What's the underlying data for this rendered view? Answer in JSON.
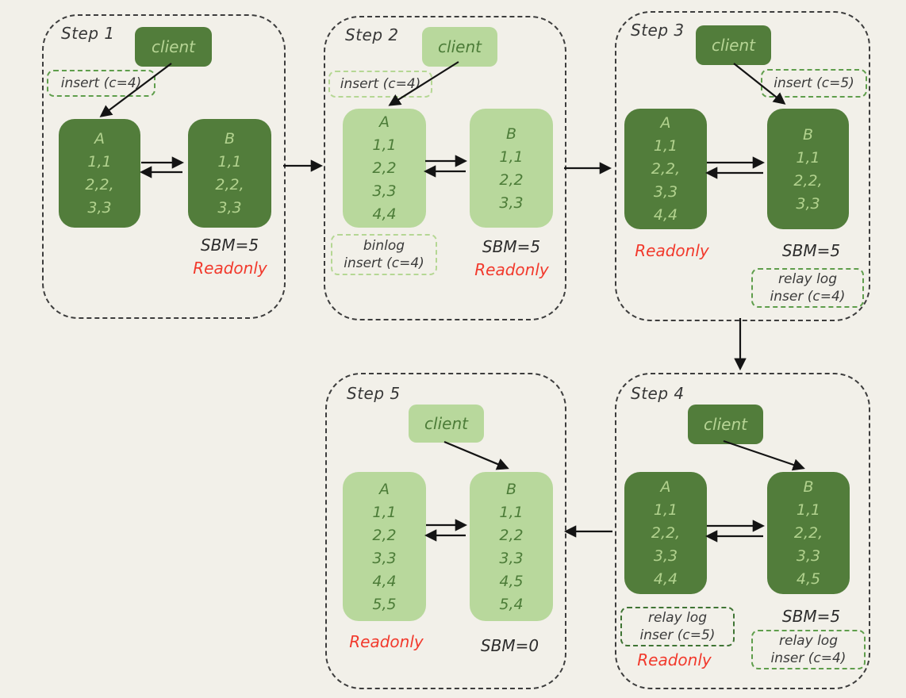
{
  "colors": {
    "background": "#f2f0e9",
    "dark_green_fill": "#527d3b",
    "light_green_fill": "#b8d89c",
    "text_on_dark": "#b6d494",
    "text_on_light": "#4c7c38",
    "readonly_red": "#f2392c",
    "step_border": "#3d3d3d",
    "arrow": "#141414"
  },
  "steps": [
    {
      "title": "Step 1",
      "client_label": "client",
      "insert_label": "insert (c=4)",
      "nodes": {
        "A": {
          "name": "A",
          "rows": [
            "1,1",
            "2,2,",
            "3,3"
          ]
        },
        "B": {
          "name": "B",
          "rows": [
            "1,1",
            "2,2,",
            "3,3"
          ]
        }
      },
      "sbm": "SBM=5",
      "readonly": "Readonly"
    },
    {
      "title": "Step 2",
      "client_label": "client",
      "insert_label": "insert (c=4)",
      "binlog_label": {
        "line1": "binlog",
        "line2": "insert (c=4)"
      },
      "nodes": {
        "A": {
          "name": "A",
          "rows": [
            "1,1",
            "2,2",
            "3,3",
            "4,4"
          ]
        },
        "B": {
          "name": "B",
          "rows": [
            "1,1",
            "2,2",
            "3,3"
          ]
        }
      },
      "sbm": "SBM=5",
      "readonly": "Readonly"
    },
    {
      "title": "Step 3",
      "client_label": "client",
      "insert_label": "insert (c=5)",
      "nodes": {
        "A": {
          "name": "A",
          "rows": [
            "1,1",
            "2,2,",
            "3,3",
            "4,4"
          ]
        },
        "B": {
          "name": "B",
          "rows": [
            "1,1",
            "2,2,",
            "3,3"
          ]
        }
      },
      "readonly": "Readonly",
      "sbm": "SBM=5",
      "relay_label_b": {
        "line1": "relay log",
        "line2": "inser (c=4)"
      }
    },
    {
      "title": "Step 4",
      "client_label": "client",
      "nodes": {
        "A": {
          "name": "A",
          "rows": [
            "1,1",
            "2,2,",
            "3,3",
            "4,4"
          ]
        },
        "B": {
          "name": "B",
          "rows": [
            "1,1",
            "2,2,",
            "3,3",
            "4,5"
          ]
        }
      },
      "relay_label_a": {
        "line1": "relay log",
        "line2": "inser (c=5)"
      },
      "readonly": "Readonly",
      "sbm": "SBM=5",
      "relay_label_b": {
        "line1": "relay log",
        "line2": "inser (c=4)"
      }
    },
    {
      "title": "Step 5",
      "client_label": "client",
      "nodes": {
        "A": {
          "name": "A",
          "rows": [
            "1,1",
            "2,2",
            "3,3",
            "4,4",
            "5,5"
          ]
        },
        "B": {
          "name": "B",
          "rows": [
            "1,1",
            "2,2",
            "3,3",
            "4,5",
            "5,4"
          ]
        }
      },
      "readonly": "Readonly",
      "sbm": "SBM=0"
    }
  ]
}
